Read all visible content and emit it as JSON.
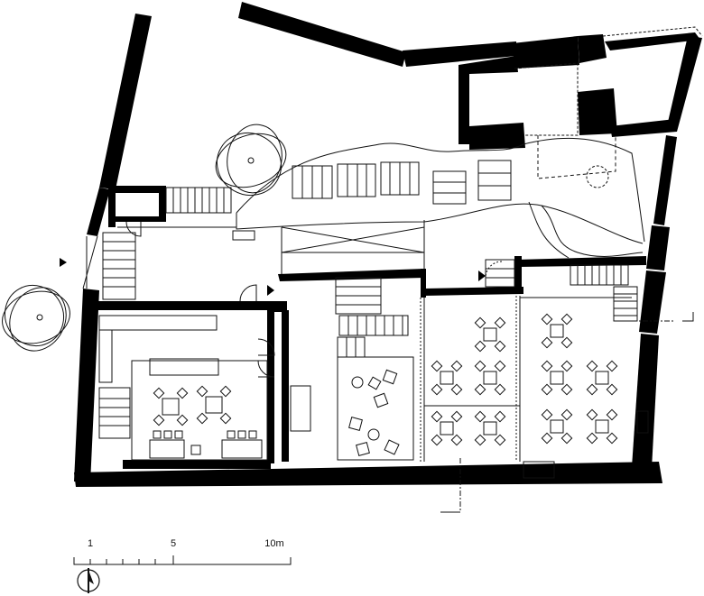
{
  "scale_bar": {
    "labels": [
      "1",
      "5",
      "10m"
    ]
  },
  "icons": {
    "north_arrow": "north-arrow-icon",
    "entrance_markers": "entrance-triangle-icon",
    "trees": "tree-icon"
  },
  "colors": {
    "wall": "#000000",
    "line": "#111111",
    "background": "#ffffff"
  }
}
